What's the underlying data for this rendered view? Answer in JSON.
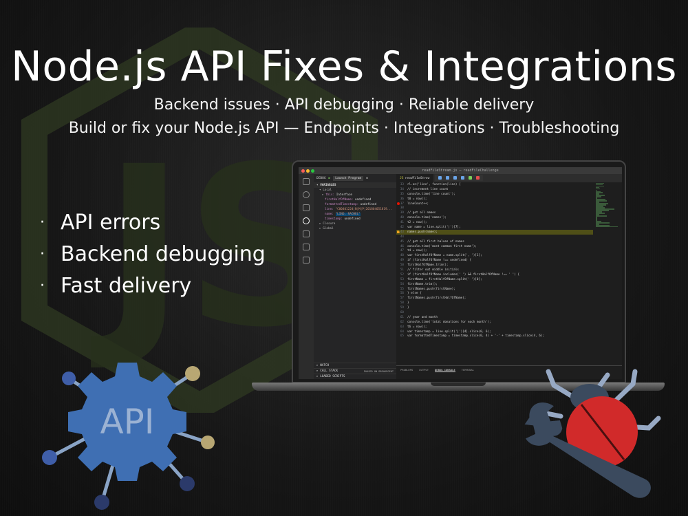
{
  "title": "Node.js API Fixes & Integrations",
  "subtitle_1": "Backend issues · API debugging · Reliable delivery",
  "subtitle_2": "Build or fix your Node.js API — Endpoints · Integrations · Troubleshooting",
  "bullets": [
    "API errors",
    "Backend debugging",
    "Fast delivery"
  ],
  "bullet_symbol": "·",
  "badge_text": "API",
  "colors": {
    "background": "#151515",
    "gear": "#3f6fb3",
    "node_green": "#3d4f2a",
    "bug_red": "#d12a2a",
    "wrench": "#3b4a5e"
  },
  "editor": {
    "window_title": "readFileStream.js — readFileChallenge",
    "debug_label": "DEBUG",
    "launch_config": "Launch Program",
    "variables_header": "VARIABLES",
    "local_header": "Local",
    "variables": [
      {
        "name": "this:",
        "value": "Interface"
      },
      {
        "name": "firstHalfOfName:",
        "value": "undefined"
      },
      {
        "name": "formattedTimestamp:",
        "value": "undefined"
      },
      {
        "name": "line:",
        "value": "\"C00401224|N|M|P|201804051819..."
      },
      {
        "name": "name:",
        "value": "\"LINO, RACHEL\""
      },
      {
        "name": "timestamp:",
        "value": "undefined"
      }
    ],
    "closure": "Closure",
    "global": "Global",
    "watch": "WATCH",
    "call_stack": "CALL STACK",
    "paused": "PAUSED ON BREAKPOINT",
    "loaded_scripts": "LOADED SCRIPTS",
    "tab": "readFileStrea",
    "panel_tabs": [
      "PROBLEMS",
      "OUTPUT",
      "DEBUG CONSOLE",
      "TERMINAL"
    ],
    "code_lines": [
      {
        "n": "33",
        "t": "rl.on('line', function(line) {"
      },
      {
        "n": "34",
        "t": "  // increment line count"
      },
      {
        "n": "35",
        "t": "  console.time('line count');"
      },
      {
        "n": "36",
        "t": "  t0 = now();"
      },
      {
        "n": "37",
        "t": "  lineCount++;"
      },
      {
        "n": "38",
        "t": ""
      },
      {
        "n": "39",
        "t": "  // get all names"
      },
      {
        "n": "40",
        "t": "  console.time('names');"
      },
      {
        "n": "41",
        "t": "  t2 = now();"
      },
      {
        "n": "42",
        "t": "  var name = line.split('|')[7];"
      },
      {
        "n": "43",
        "t": "  names.push(name);"
      },
      {
        "n": "44",
        "t": ""
      },
      {
        "n": "45",
        "t": "  // get all first halves of names"
      },
      {
        "n": "46",
        "t": "  console.time('most common first name');"
      },
      {
        "n": "47",
        "t": "  t4 = now();"
      },
      {
        "n": "48",
        "t": "  var firstHalfOfName = name.split(', ')[1];"
      },
      {
        "n": "49",
        "t": "  if (firstHalfOfName !== undefined) {"
      },
      {
        "n": "50",
        "t": "    firstHalfOfName.trim();"
      },
      {
        "n": "51",
        "t": "    // filter out middle initials"
      },
      {
        "n": "52",
        "t": "    if (firstHalfOfName.includes(' ') && firstHalfOfName !== ' ') {"
      },
      {
        "n": "53",
        "t": "      firstName = firstHalfOfName.split(' ')[0];"
      },
      {
        "n": "54",
        "t": "      firstName.trim();"
      },
      {
        "n": "55",
        "t": "      firstNames.push(firstName);"
      },
      {
        "n": "56",
        "t": "    } else {"
      },
      {
        "n": "57",
        "t": "      firstNames.push(firstHalfOfName);"
      },
      {
        "n": "58",
        "t": "    }"
      },
      {
        "n": "59",
        "t": "  }"
      },
      {
        "n": "60",
        "t": ""
      },
      {
        "n": "61",
        "t": "  // year and month"
      },
      {
        "n": "62",
        "t": "  console.time('total donations for each month');"
      },
      {
        "n": "63",
        "t": "  t6 = now();"
      },
      {
        "n": "64",
        "t": "  var timestamp = line.split('|')[4].slice(0, 6);"
      },
      {
        "n": "65",
        "t": "  var formattedTimestamp = timestamp.slice(0, 4) + '-' + timestamp.slice(4, 6);"
      }
    ]
  }
}
